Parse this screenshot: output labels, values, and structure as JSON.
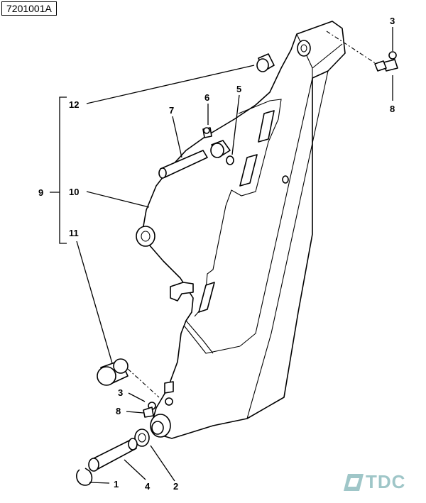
{
  "reference_code": "7201001A",
  "callouts": {
    "c1": "1",
    "c2": "2",
    "c3a": "3",
    "c3b": "3",
    "c4": "4",
    "c5": "5",
    "c6": "6",
    "c7": "7",
    "c8a": "8",
    "c8b": "8",
    "c9": "9",
    "c10": "10",
    "c11": "11",
    "c12": "12"
  },
  "logo": {
    "text": "TDC",
    "color": "#9fc6c8"
  }
}
